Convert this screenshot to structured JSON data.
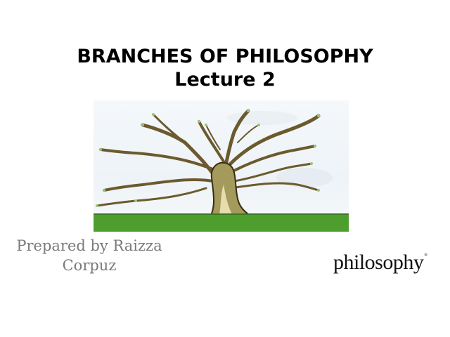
{
  "slide": {
    "title_line1": "BRANCHES OF PHILOSOPHY",
    "title_line2": "Lecture 2",
    "image": {
      "description": "tree-illustration",
      "colors": {
        "ground": "#4e9e2e",
        "trunk": "#8a7a3a",
        "sky": "#f4f8fb"
      }
    },
    "author_line1": "Prepared by Raizza",
    "author_line2": "Corpuz",
    "logo_text": "philosophy",
    "logo_mark": "®"
  }
}
